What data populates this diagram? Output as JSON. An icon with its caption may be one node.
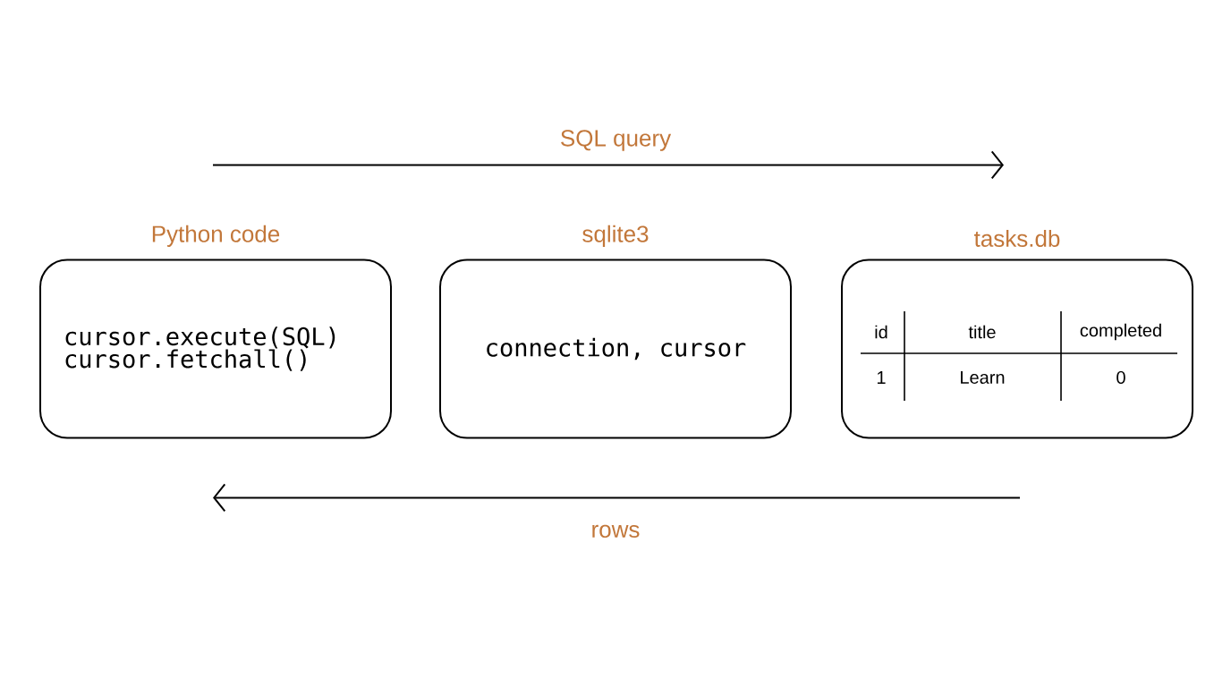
{
  "diagram": {
    "nodes": [
      {
        "text": [
          "Python code",
          "cursor.execute(SQL) cursor.fetchall()"
        ]
      },
      {
        "text": [
          "sqlite3",
          "connection, cursor"
        ]
      },
      {
        "text": [
          "tasks.db"
        ]
      }
    ],
    "edges": [
      {
        "from": 0,
        "to": 2,
        "arrow": "to",
        "label": "SQL query"
      },
      {
        "from": 2,
        "to": 0,
        "arrow": "to",
        "label": "rows"
      }
    ],
    "labels": [
      "id",
      "title",
      "completed",
      "1",
      "Learn",
      "0"
    ]
  }
}
